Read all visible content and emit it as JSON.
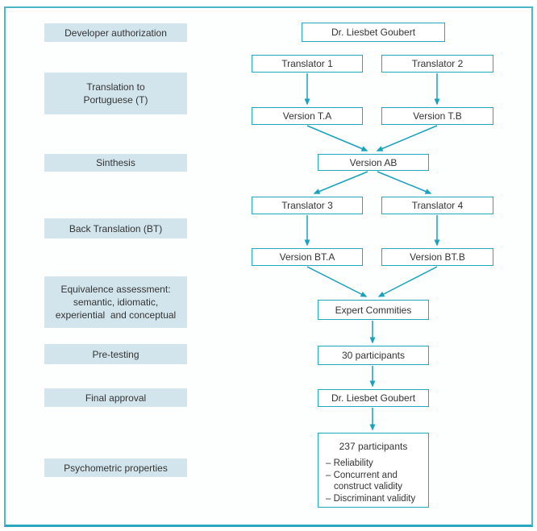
{
  "colors": {
    "frame_teal": "#4db6c7",
    "frame_bottom_teal": "#2ba6be",
    "box_border_teal": "#23a6c0",
    "arrow_teal": "#18a2bd",
    "stage_label_bg": "#d3e5ec",
    "text": "#333333"
  },
  "flowchart": {
    "stages": [
      {
        "label": "Developer authorization"
      },
      {
        "label": "Translation to\nPortuguese (T)"
      },
      {
        "label": "Sinthesis"
      },
      {
        "label": "Back Translation (BT)"
      },
      {
        "label": "Equivalence assessment:\nsemantic, idiomatic,\nexperiential  and conceptual"
      },
      {
        "label": "Pre-testing"
      },
      {
        "label": "Final approval"
      },
      {
        "label": "Psychometric properties"
      }
    ],
    "nodes": {
      "goubert_top": "Dr. Liesbet Goubert",
      "translator1": "Translator 1",
      "translator2": "Translator 2",
      "version_ta": "Version T.A",
      "version_tb": "Version T.B",
      "version_ab": "Version AB",
      "translator3": "Translator 3",
      "translator4": "Translator 4",
      "version_bta": "Version BT.A",
      "version_btb": "Version BT.B",
      "expert": "Expert Commities",
      "participants_30": "30 participants",
      "goubert_final": "Dr. Liesbet Goubert"
    },
    "final": {
      "title": "237 participants",
      "items": [
        "– Reliability",
        "– Concurrent and construct validity",
        "– Discriminant validity"
      ]
    }
  }
}
